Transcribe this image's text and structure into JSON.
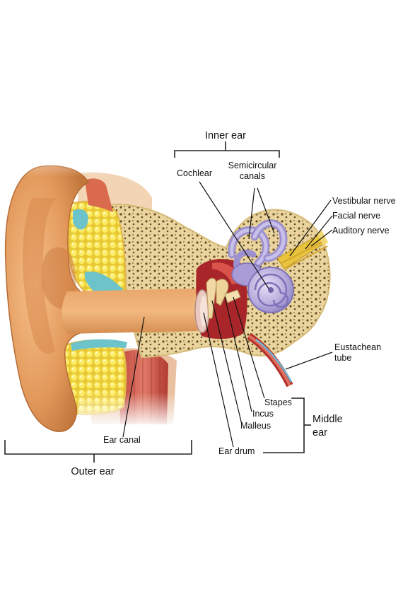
{
  "labels": {
    "inner_ear": "Inner ear",
    "cochlear": "Cochlear",
    "semicircular_1": "Semicircular",
    "semicircular_2": "canals",
    "vestibular_nerve": "Vestibular nerve",
    "facial_nerve": "Facial  nerve",
    "auditory_nerve": "Auditory nerve",
    "eustachean_1": "Eustachean",
    "eustachean_2": "tube",
    "stapes": "Stapes",
    "incus": "Incus",
    "malleus": "Malleus",
    "ear_drum": "Ear drum",
    "middle_1": "Middle",
    "middle_2": "ear",
    "ear_canal": "Ear canal",
    "outer_ear": "Outer ear"
  },
  "colors": {
    "skin": "#E8A468",
    "skin_dark": "#C47A3C",
    "bone": "#E9D6A0",
    "bone_pore": "#6B4A2A",
    "fat": "#F7E24A",
    "cyan": "#6CC3C9",
    "cochlea": "#B3A9DA",
    "red_tissue": "#B2302A",
    "nerve": "#E8C33E"
  }
}
